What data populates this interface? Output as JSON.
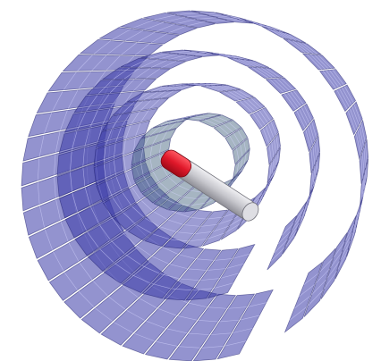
{
  "scene": {
    "subject": "detector-barrel-render",
    "layers": [
      {
        "name": "outer-barrel-layer",
        "color": "#3a3aa8",
        "opacity": 0.55
      },
      {
        "name": "middle-barrel-layer",
        "color": "#3a3aa8",
        "opacity": 0.55
      },
      {
        "name": "inner-barrel-layer",
        "color": "#3a3aa8",
        "opacity": 0.5
      },
      {
        "name": "pixel-layers",
        "color": "#3a5a78",
        "opacity": 0.45
      }
    ],
    "beam_pipe": {
      "color": "#c9c9cf"
    },
    "highlight_segment": {
      "color": "#e0182a"
    },
    "background": "#ffffff"
  }
}
